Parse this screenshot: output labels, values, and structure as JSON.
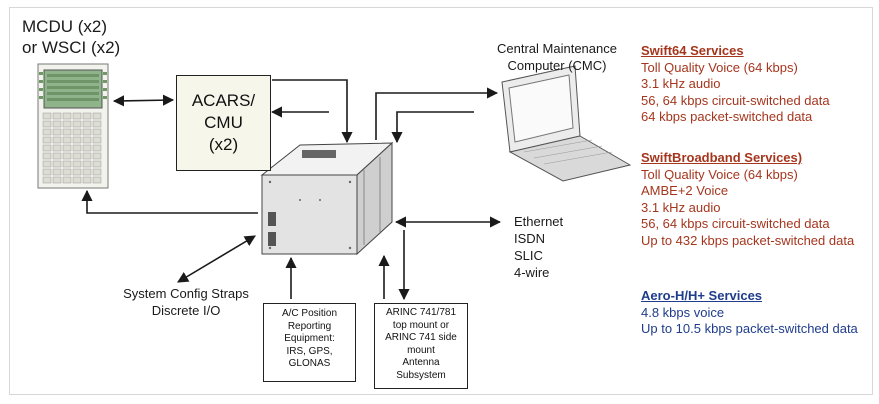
{
  "mcdu": {
    "lines": [
      "MCDU (x2)",
      "or WSCI (x2)"
    ],
    "icon": "mcdu-device-icon"
  },
  "acars": {
    "lines": [
      "ACARS/",
      "CMU",
      "(x2)"
    ]
  },
  "cmc": {
    "lines": [
      "Central Maintenance",
      "Computer (CMC)"
    ],
    "icon": "laptop-icon"
  },
  "terminal": {
    "icon": "satcom-terminal-unit-icon"
  },
  "ethernet": {
    "lines": [
      "Ethernet",
      "ISDN",
      "SLIC",
      "4-wire"
    ]
  },
  "straps": {
    "lines": [
      "System Config Straps",
      "Discrete I/O"
    ]
  },
  "position_box": {
    "lines": [
      "A/C Position",
      "Reporting",
      "Equipment:",
      "IRS, GPS,",
      "GLONAS"
    ]
  },
  "antenna_box": {
    "lines": [
      "ARINC 741/781",
      "top mount or",
      "ARINC 741 side",
      "mount",
      "Antenna",
      "Subsystem"
    ]
  },
  "services": [
    {
      "title": "Swift64 Services",
      "color": "#a5361e",
      "items": [
        "Toll Quality Voice (64 kbps)",
        "3.1 kHz audio",
        "56, 64 kbps circuit-switched data",
        "64 kbps packet-switched data"
      ]
    },
    {
      "title": "SwiftBroadband Services)",
      "color": "#a5361e",
      "items": [
        "Toll Quality Voice (64 kbps)",
        "AMBE+2 Voice",
        "3.1 kHz audio",
        "56, 64 kbps circuit-switched data",
        "Up to 432 kbps packet-switched data"
      ]
    },
    {
      "title": "Aero-H/H+ Services",
      "color": "#1f3d8c",
      "items": [
        "4.8 kbps voice",
        "Up to 10.5 kbps packet-switched data"
      ]
    }
  ],
  "colors": {
    "line": "#1a1a1a",
    "terminal_body": "#e3e3e3",
    "laptop_body": "#ececec",
    "mcdu_screen": "#8fb38a",
    "acars_fill": "#f6f6ea"
  }
}
